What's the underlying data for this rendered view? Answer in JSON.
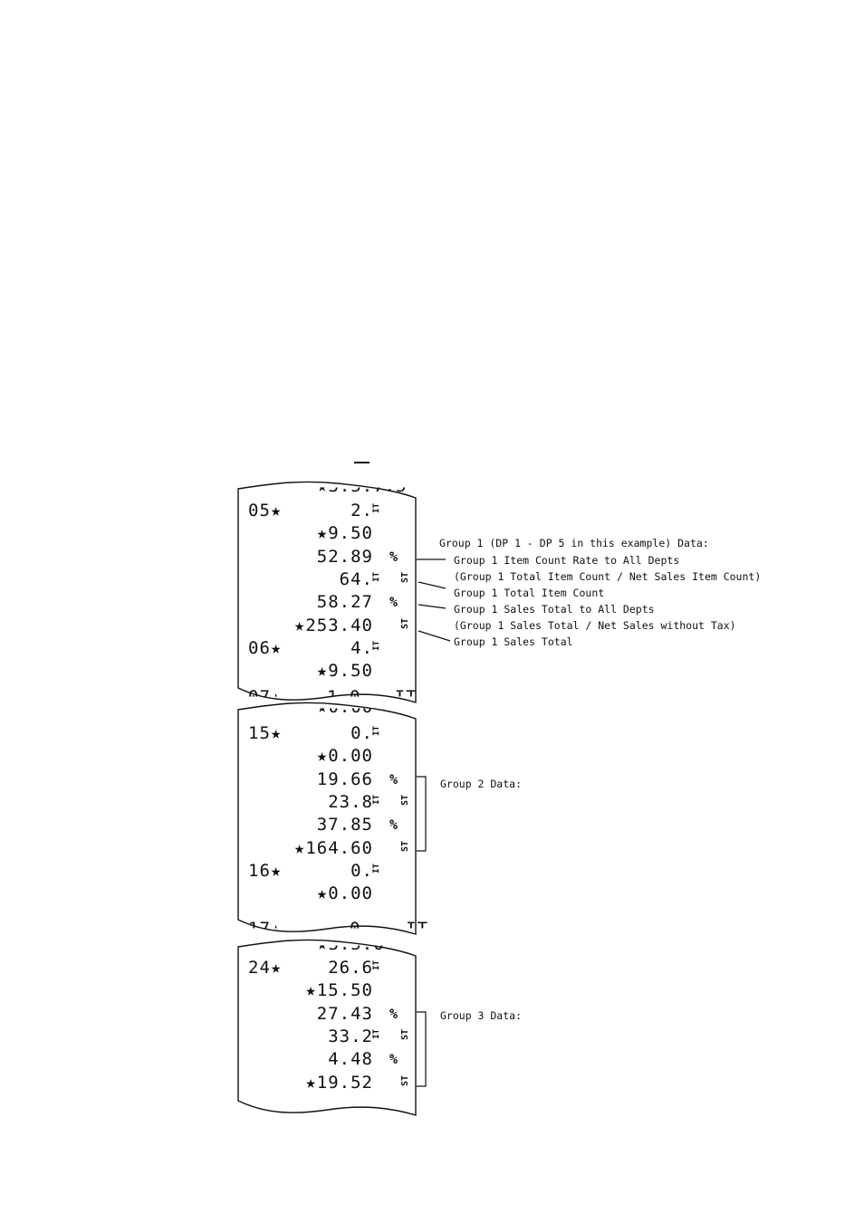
{
  "receipts": [
    {
      "id": "group1-receipt",
      "top_partial": "★3.5.7.5",
      "rows": [
        {
          "code": "05★",
          "value": "2.",
          "mark": "IT"
        },
        {
          "value": "★9.50"
        },
        {
          "value": "52.89",
          "mark": "%"
        },
        {
          "value": "64.",
          "mark": "IT",
          "st": "ST"
        },
        {
          "value": "58.27",
          "mark": "%"
        },
        {
          "value": "★253.40",
          "st": "ST"
        },
        {
          "code": "06★",
          "value": "4.",
          "mark": "IT"
        },
        {
          "value": "★9.50"
        }
      ],
      "bottom_partial": "07★    1.0   IT"
    },
    {
      "id": "group2-receipt",
      "top_partial": "★0.00",
      "rows": [
        {
          "code": "15★",
          "value": "0.",
          "mark": "IT"
        },
        {
          "value": "★0.00"
        },
        {
          "value": "19.66",
          "mark": "%"
        },
        {
          "value": "23.8",
          "mark": "IT",
          "st": "ST"
        },
        {
          "value": "37.85",
          "mark": "%"
        },
        {
          "value": "★164.60",
          "st": "ST"
        },
        {
          "code": "16★",
          "value": "0.",
          "mark": "IT"
        },
        {
          "value": "★0.00"
        }
      ],
      "bottom_partial": "17★      0.   IT"
    },
    {
      "id": "group3-receipt",
      "top_partial": "★3.5.0",
      "rows": [
        {
          "code": "24★",
          "value": "26.6",
          "mark": "IT"
        },
        {
          "value": "★15.50"
        },
        {
          "value": "27.43",
          "mark": "%"
        },
        {
          "value": "33.2",
          "mark": "IT",
          "st": "ST"
        },
        {
          "value": "4.48",
          "mark": "%"
        },
        {
          "value": "★19.52",
          "st": "ST"
        }
      ]
    }
  ],
  "annotations": {
    "group1_heading": "Group 1 (DP 1 - DP 5 in this example) Data:",
    "group1_lines": [
      "Group 1 Item Count Rate to All Depts",
      "(Group 1 Total Item Count / Net Sales Item Count)",
      "Group 1 Total Item Count",
      "Group 1 Sales Total to All Depts",
      "(Group 1 Sales Total / Net Sales without Tax)",
      "Group 1 Sales Total"
    ],
    "group2_heading": "Group 2 Data:",
    "group3_heading": "Group 3 Data:"
  }
}
